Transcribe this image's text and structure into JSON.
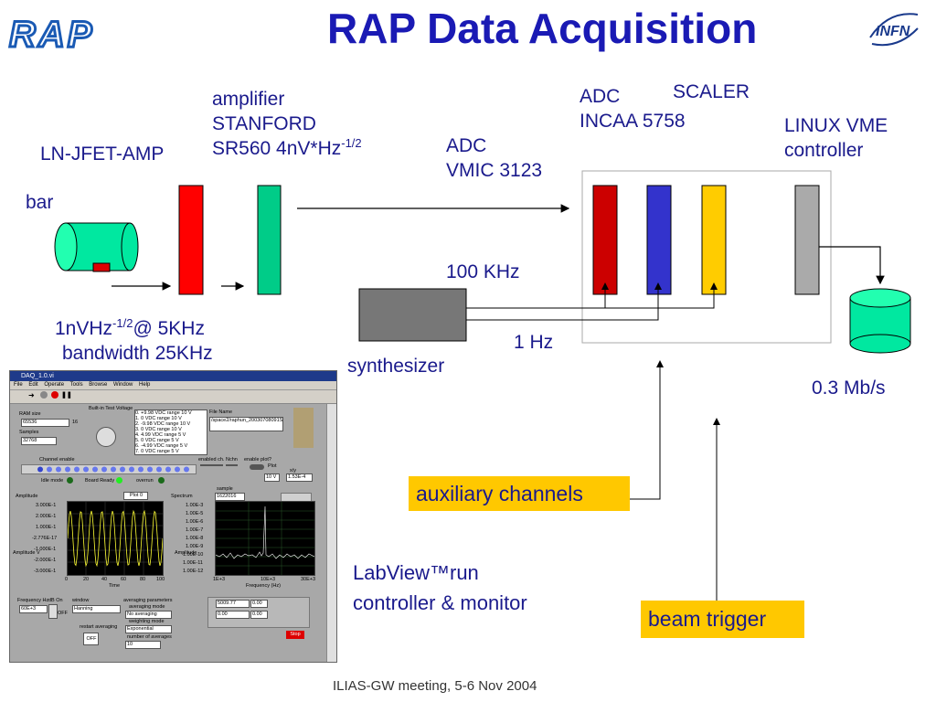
{
  "header": {
    "title": "RAP Data Acquisition",
    "logo_left": "RAP",
    "logo_right": "INFN"
  },
  "labels": {
    "ln_jfet": "LN-JFET-AMP",
    "amp_line1": "amplifier",
    "amp_line2": "STANFORD",
    "amp_line3": "SR560 4nV*Hz",
    "amp_sup": "-1/2",
    "bar": "bar",
    "adc_vmic_1": "ADC",
    "adc_vmic_2": "VMIC 3123",
    "adc_incaa_1": "ADC",
    "adc_incaa_2": "INCAA 5758",
    "scaler": "SCALER",
    "linux_1": "LINUX VME",
    "linux_2": "controller",
    "freq_100": "100 KHz",
    "freq_1": "1 Hz",
    "synth": "synthesizer",
    "noise_1": "1nVHz",
    "noise_sup": "-1/2",
    "noise_1b": "@ 5KHz",
    "noise_2": "bandwidth 25KHz",
    "rate": "0.3 Mb/s",
    "labview_1": "LabView™run",
    "labview_2": "controller & monitor"
  },
  "callouts": {
    "aux": "auxiliary channels",
    "beam": "beam trigger"
  },
  "footer": "ILIAS-GW meeting, 5-6 Nov 2004",
  "colors": {
    "title": "#1a1ab4",
    "text": "#1a1a8c",
    "jfet_red": "#ff0000",
    "amp_green": "#00cc88",
    "adc_red": "#cc0000",
    "adc_blue": "#3333cc",
    "scaler_yellow": "#ffcc00",
    "controller_gray": "#aaaaaa",
    "callout_bg": "#ffc800"
  },
  "labview": {
    "window_title": "DAQ_1.0.vi",
    "menu": [
      "File",
      "Edit",
      "Operate",
      "Tools",
      "Browse",
      "Window",
      "Help"
    ],
    "ram_size_label": "RAM size",
    "ram_size_value": "65536",
    "ram_unit": "16",
    "samples_label": "Samples",
    "samples_value": "32768",
    "voltage_label": "Built-in Test Voltage",
    "ranges": [
      "0.   +9.98 VDC range 10 V",
      "1.   0 VDC range 10 V",
      "2.   -9.98 VDC range 10 V",
      "3.   0 VDC range 10 V",
      "4.   4.99 VDC range 5 V",
      "5.   0 VDC range 5 V",
      "6.   -4.99 VDC range 5 V",
      "7.   0 VDC range 5 V"
    ],
    "file_name_label": "File Name",
    "file_name_value": "/space2/raphun_20030708091S",
    "channel_enable": "Channel enable",
    "idle_mode": "Idle mode",
    "board_ready": "Board Ready",
    "overrun": "overrun",
    "enabled_ch": "enabled ch.",
    "nchn": "Nchn",
    "enable_plot": "enable plot?",
    "plot": "Plot",
    "xy": "x/y",
    "xy_value": "1.53E-4",
    "v10": "10 V",
    "amplitude": "Amplitude",
    "plot0": "Plot 0",
    "spectrum": "Spectrum",
    "sample": "sample",
    "sample_value": "1622016",
    "amp_yticks": [
      "3.000E-1",
      "2.000E-1",
      "1.000E-1",
      "-2.776E-17",
      "-1.000E-1",
      "-2.000E-1",
      "-3.000E-1"
    ],
    "amp_xticks": [
      "0",
      "20",
      "40",
      "60",
      "80",
      "100"
    ],
    "amp_xlabel": "Time",
    "amp_ylabel": "Amplitude V",
    "spec_yticks": [
      "1.00E-3",
      "1.00E-5",
      "1.00E-6",
      "1.00E-7",
      "1.00E-8",
      "1.00E-9",
      "1.00E-10",
      "1.00E-11",
      "1.00E-12"
    ],
    "spec_xticks": [
      "1E+3",
      "10E+3",
      "30E+3"
    ],
    "spec_xlabel": "Frequency (Hz)",
    "spec_ylabel": "Amplitude",
    "freq_label": "Frequency Hz",
    "freq_value": "60E+3",
    "db_on": "dB On",
    "off": "OFF",
    "window_label": "window",
    "window_value": "Hanning",
    "avg_params": "averaging parameters",
    "avg_mode": "averaging mode",
    "avg_mode_value": "No averaging",
    "weighting": "weighting mode",
    "weighting_value": "Exponential",
    "restart": "restart averaging",
    "n_avg": "number of averages",
    "n_avg_value": "10",
    "cursor_x": "5009.77",
    "cursor_x2": "0.00",
    "cursor_y2": "0.00",
    "cursor_y3": "0.00",
    "stop": "Stop"
  }
}
